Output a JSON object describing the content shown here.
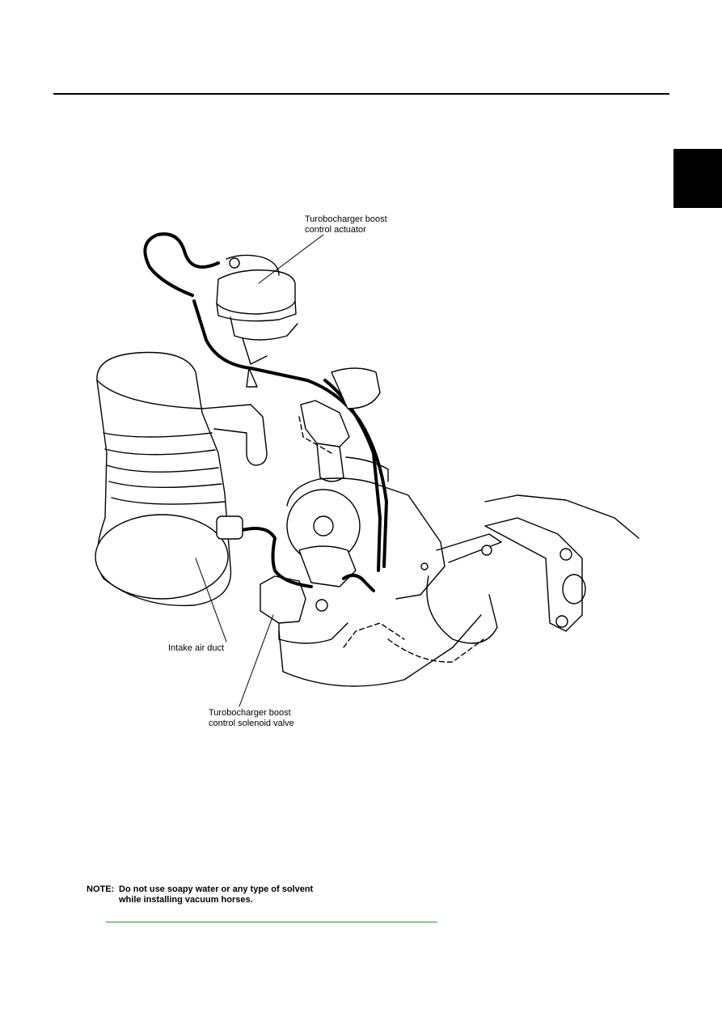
{
  "callouts": {
    "actuator": "Turobocharger boost\ncontrol actuator",
    "intake_duct": "Intake air duct",
    "solenoid": "Turobocharger boost\ncontrol solenoid valve"
  },
  "note": {
    "prefix": "NOTE:",
    "line1": "Do not use soapy water or any type of solvent",
    "line2": "while installing vacuum horses."
  },
  "colors": {
    "rule": "#000000",
    "side_tab": "#000000",
    "link_rule": "#2a9a2a"
  }
}
